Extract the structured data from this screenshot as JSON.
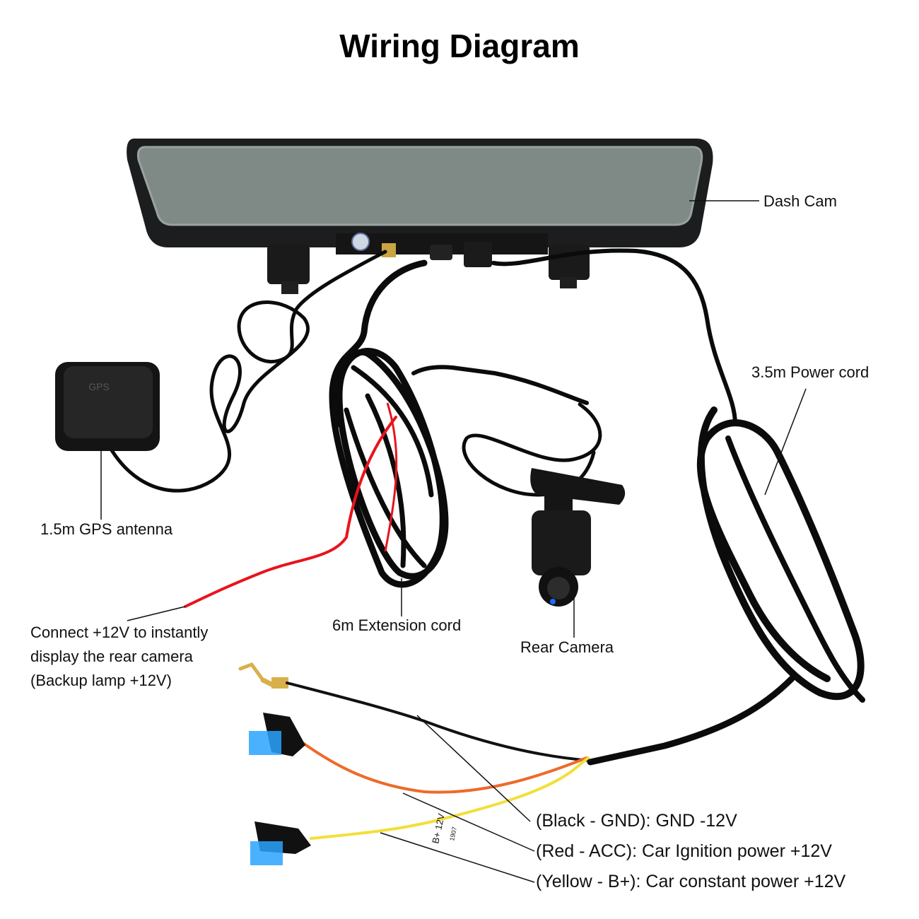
{
  "title": "Wiring Diagram",
  "labels": {
    "dash_cam": "Dash Cam",
    "power_cord": "3.5m Power cord",
    "gps_antenna": "1.5m GPS antenna",
    "gps_logo": "GPS",
    "extension_cord": "6m Extension cord",
    "rear_camera": "Rear Camera",
    "backup_lines": [
      "Connect +12V to instantly",
      "display the rear camera",
      "(Backup lamp +12V)"
    ],
    "fuse_tag": [
      "B+ 12V",
      "1907"
    ]
  },
  "wires": [
    {
      "label": "(Black - GND): GND -12V",
      "color": "#111111"
    },
    {
      "label": "(Red - ACC): Car Ignition power +12V",
      "color": "#ee6a2a"
    },
    {
      "label": "(Yellow - B+): Car constant power +12V",
      "color": "#f2df3a"
    }
  ],
  "colors": {
    "red_wire": "#e8141c",
    "cable": "#0b0b0b",
    "mirror_glass": "#7f8a86"
  }
}
